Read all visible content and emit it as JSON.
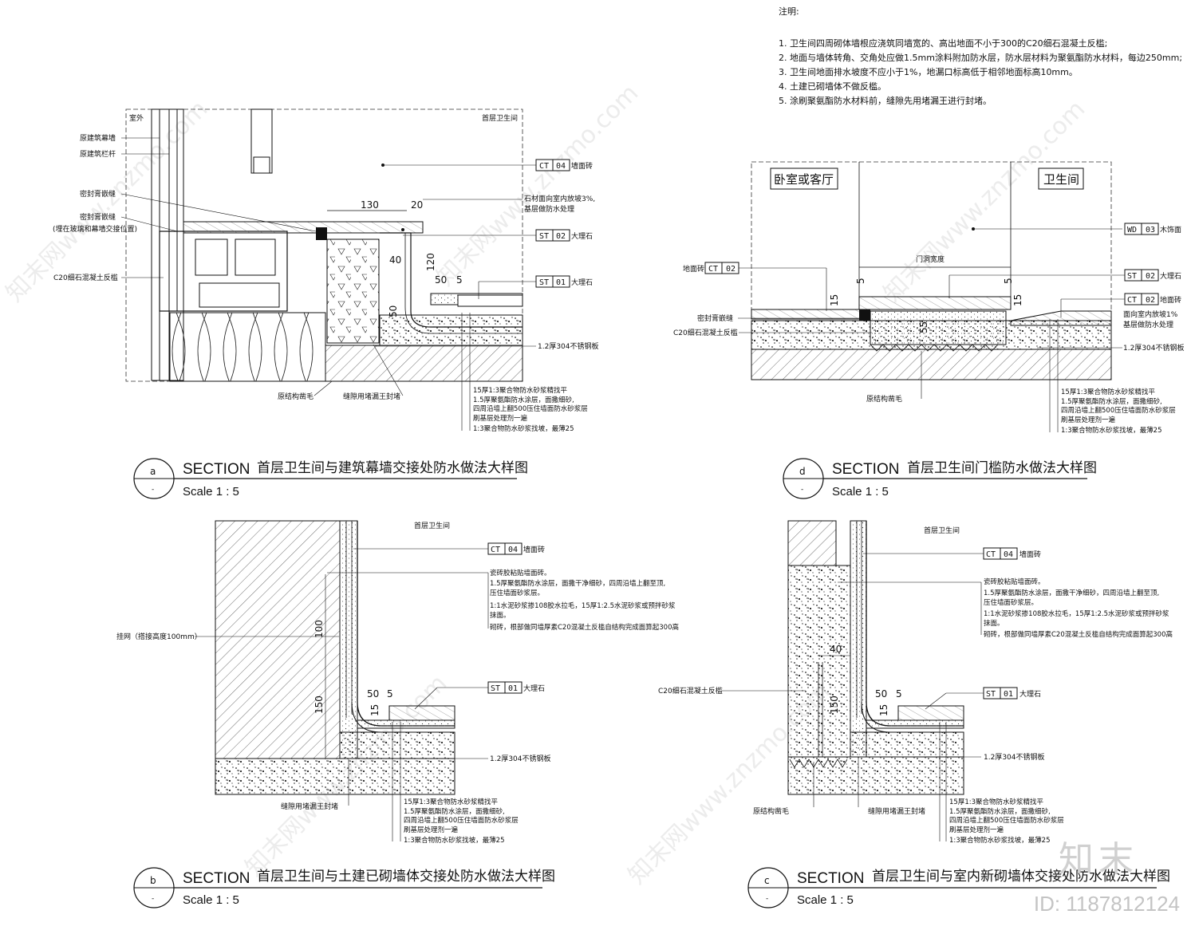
{
  "notes": {
    "title": "注明:",
    "items": [
      "1. 卫生间四周砌体墙根应浇筑同墙宽的、高出地面不小于300的C20细石混凝土反槛;",
      "2. 地面与墙体转角、交角处应做1.5mm涂料附加防水层，防水层材料为聚氨酯防水材料，每边250mm;",
      "3. 卫生间地面排水坡度不应小于1%，地漏口标高低于相邻地面标高10mm。",
      "4. 土建已砌墙体不做反槛。",
      "5. 涂刷聚氨酯防水材料前，缝隙先用堵漏王进行封堵。"
    ]
  },
  "details": {
    "a": {
      "marker": "a",
      "section": "SECTION",
      "title": "首层卫生间与建筑幕墙交接处防水做法大样图",
      "scale": "Scale 1 : 5",
      "room_left": "室外",
      "room_right": "首层卫生间",
      "left_labels": [
        "原建筑幕墙",
        "原建筑栏杆",
        "密封膏嵌缝",
        "密封膏嵌缝",
        "(埋在玻璃和幕墙交接位置)",
        "C20细石混凝土反槛"
      ],
      "bottom_labels": [
        "原结构凿毛",
        "缝隙用堵漏王封堵"
      ],
      "tags": [
        {
          "code": "CT",
          "num": "04",
          "text": "墙面砖"
        },
        {
          "code": "ST",
          "num": "02",
          "text": "大理石"
        },
        {
          "code": "ST",
          "num": "01",
          "text": "大理石"
        }
      ],
      "note_stone": [
        "石材面向室内放坡3%,",
        "基层做防水处理"
      ],
      "steel": "1.2厚304不锈钢板",
      "dims": [
        "130",
        "20",
        "40",
        "120",
        "50",
        "5",
        "50"
      ],
      "layers": [
        "15厚1:3聚合物防水砂浆精找平",
        "1.5厚聚氨酯防水涂层，面撒细砂,",
        "四周沿墙上翻500压住墙面防水砂浆层",
        "刷基层处理剂一遍",
        "1:3聚合物防水砂浆找坡，最薄25"
      ]
    },
    "b": {
      "marker": "b",
      "section": "SECTION",
      "title": "首层卫生间与土建已砌墙体交接处防水做法大样图",
      "scale": "Scale 1 : 5",
      "room": "首层卫生间",
      "left_label": "挂网（搭接高度100mm）",
      "bottom_label": "缝隙用堵漏王封堵",
      "tags": [
        {
          "code": "CT",
          "num": "04",
          "text": "墙面砖"
        },
        {
          "code": "ST",
          "num": "01",
          "text": "大理石"
        }
      ],
      "wall_layers": [
        "瓷砖胶粘贴墙面砖。",
        "1.5厚聚氨酯防水涂层，面撒干净细砂，四周沿墙上翻至顶,",
        "压住墙面砂浆层。",
        "1:1水泥砂浆掺108胶水拉毛，15厚1:2.5水泥砂浆或预拌砂浆",
        "抹面。",
        "砌砖，根部做同墙厚素C20混凝土反槛自结构完成面算起300高"
      ],
      "steel": "1.2厚304不锈钢板",
      "dims": [
        "100",
        "150",
        "50",
        "5",
        "15"
      ],
      "layers": [
        "15厚1:3聚合物防水砂浆精找平",
        "1.5厚聚氨酯防水涂层，面撒细砂,",
        "四周沿墙上翻500压住墙面防水砂浆层",
        "刷基层处理剂一遍",
        "1:3聚合物防水砂浆找坡，最薄25"
      ]
    },
    "c": {
      "marker": "c",
      "section": "SECTION",
      "title": "首层卫生间与室内新砌墙体交接处防水做法大样图",
      "scale": "Scale 1 : 5",
      "room": "首层卫生间",
      "left_label": "C20细石混凝土反槛",
      "bottom_labels": [
        "原结构凿毛",
        "缝隙用堵漏王封堵"
      ],
      "tags": [
        {
          "code": "CT",
          "num": "04",
          "text": "墙面砖"
        },
        {
          "code": "ST",
          "num": "01",
          "text": "大理石"
        }
      ],
      "wall_layers": [
        "瓷砖胶粘贴墙面砖。",
        "1.5厚聚氨酯防水涂层，面撒干净细砂，四周沿墙上翻至顶,",
        "压住墙面砂浆层。",
        "1:1水泥砂浆掺108胶水拉毛，15厚1:2.5水泥砂浆或预拌砂浆",
        "抹面。",
        "砌砖，根部做同墙厚素C20混凝土反槛自结构完成面算起300高"
      ],
      "steel": "1.2厚304不锈钢板",
      "dims": [
        "40",
        "150",
        "50",
        "5",
        "15"
      ],
      "layers": [
        "15厚1:3聚合物防水砂浆精找平",
        "1.5厚聚氨酯防水涂层，面撒细砂,",
        "四周沿墙上翻500压住墙面防水砂浆层",
        "刷基层处理剂一遍",
        "1:3聚合物防水砂浆找坡，最薄25"
      ]
    },
    "d": {
      "marker": "d",
      "section": "SECTION",
      "title": "首层卫生间门槛防水做法大样图",
      "scale": "Scale 1 : 5",
      "room_left": "卧室或客厅",
      "room_right": "卫生间",
      "door_width": "门洞宽度",
      "left_labels": [
        "地面砖",
        "密封膏嵌缝",
        "C20细石混凝土反槛"
      ],
      "bottom_label": "原结构凿毛",
      "tags": [
        {
          "code": "WD",
          "num": "03",
          "text": "木饰面"
        },
        {
          "code": "CT",
          "num": "02",
          "text": ""
        },
        {
          "code": "ST",
          "num": "02",
          "text": "大理石"
        },
        {
          "code": "CT",
          "num": "02",
          "text": "地面砖"
        }
      ],
      "note_floor": [
        "面向室内放坡1%",
        "基层做防水处理"
      ],
      "steel": "1.2厚304不锈钢板",
      "dims": [
        "5",
        "15",
        "55",
        "5",
        "15"
      ],
      "layers": [
        "15厚1:3聚合物防水砂浆精找平",
        "1.5厚聚氨酯防水涂层，面撒细砂,",
        "四周沿墙上翻500压住墙面防水砂浆层",
        "刷基层处理剂一遍",
        "1:3聚合物防水砂浆找坡，最薄25"
      ]
    }
  },
  "watermark": "知末网www.znzmo.com",
  "logo": "知末",
  "image_id": "ID: 1187812124"
}
